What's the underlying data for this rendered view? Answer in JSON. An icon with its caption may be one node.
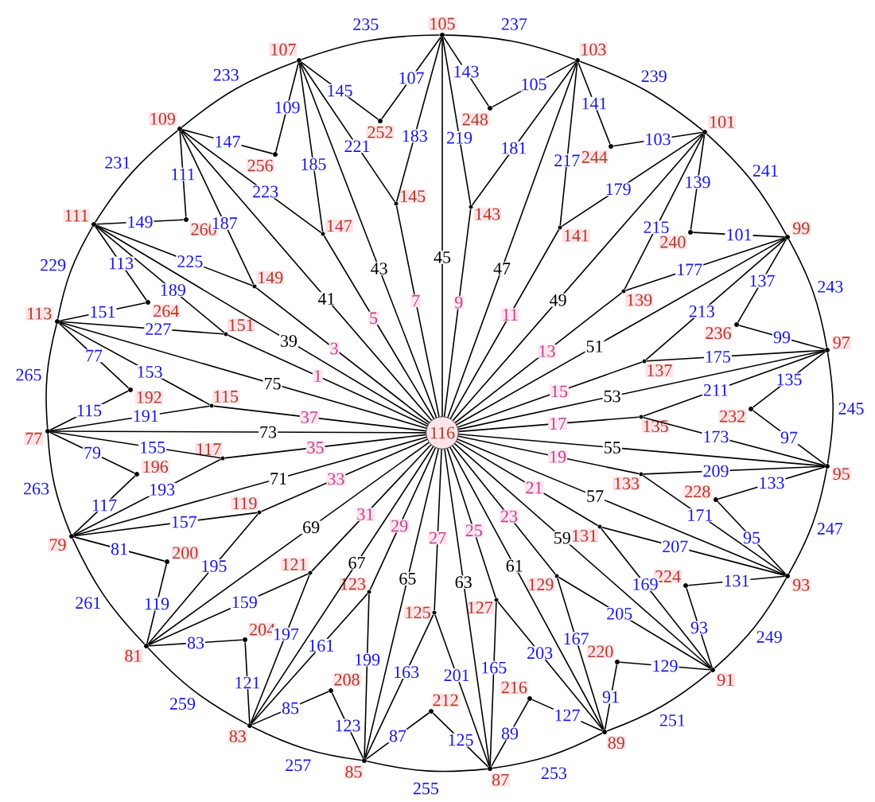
{
  "diagram": {
    "nodes": [
      {
        "text": [
          "105"
        ]
      },
      {
        "text": [
          "103"
        ]
      },
      {
        "text": [
          "101"
        ]
      },
      {
        "text": [
          "99"
        ]
      },
      {
        "text": [
          "97"
        ]
      },
      {
        "text": [
          "95"
        ]
      },
      {
        "text": [
          "93"
        ]
      },
      {
        "text": [
          "91"
        ]
      },
      {
        "text": [
          "89"
        ]
      },
      {
        "text": [
          "87"
        ]
      },
      {
        "text": [
          "85"
        ]
      },
      {
        "text": [
          "83"
        ]
      },
      {
        "text": [
          "81"
        ]
      },
      {
        "text": [
          "79"
        ]
      },
      {
        "text": [
          "77"
        ]
      },
      {
        "text": [
          "113"
        ]
      },
      {
        "text": [
          "111"
        ]
      },
      {
        "text": [
          "109"
        ]
      },
      {
        "text": [
          "107"
        ]
      },
      {
        "text": [
          "143"
        ]
      },
      {
        "text": [
          "141"
        ]
      },
      {
        "text": [
          "139"
        ]
      },
      {
        "text": [
          "137"
        ]
      },
      {
        "text": [
          "135"
        ]
      },
      {
        "text": [
          "133"
        ]
      },
      {
        "text": [
          "131"
        ]
      },
      {
        "text": [
          "129"
        ]
      },
      {
        "text": [
          "127"
        ]
      },
      {
        "text": [
          "125"
        ]
      },
      {
        "text": [
          "123"
        ]
      },
      {
        "text": [
          "121"
        ]
      },
      {
        "text": [
          "119"
        ]
      },
      {
        "text": [
          "117"
        ]
      },
      {
        "text": [
          "115"
        ]
      },
      {
        "text": [
          "151"
        ]
      },
      {
        "text": [
          "149"
        ]
      },
      {
        "text": [
          "147"
        ]
      },
      {
        "text": [
          "145"
        ]
      },
      {
        "text": [
          "248"
        ]
      },
      {
        "text": [
          "244"
        ]
      },
      {
        "text": [
          "240"
        ]
      },
      {
        "text": [
          "236"
        ]
      },
      {
        "text": [
          "232"
        ]
      },
      {
        "text": [
          "228"
        ]
      },
      {
        "text": [
          "224"
        ]
      },
      {
        "text": [
          "220"
        ]
      },
      {
        "text": [
          "216"
        ]
      },
      {
        "text": [
          "212"
        ]
      },
      {
        "text": [
          "208"
        ]
      },
      {
        "text": [
          "204"
        ]
      },
      {
        "text": [
          "200"
        ]
      },
      {
        "text": [
          "196"
        ]
      },
      {
        "text": [
          "192"
        ]
      },
      {
        "text": [
          "264"
        ]
      },
      {
        "text": [
          "260"
        ]
      },
      {
        "text": [
          "256"
        ]
      },
      {
        "text": [
          "252"
        ]
      },
      {
        "text": [
          "116"
        ]
      }
    ],
    "edges": [
      {
        "from": 0,
        "to": 1,
        "arrow": "none",
        "label": "237"
      },
      {
        "from": 57,
        "to": 0,
        "arrow": "none",
        "label": "45"
      },
      {
        "from": 57,
        "to": 19,
        "arrow": "none",
        "label": "9"
      },
      {
        "from": 0,
        "to": 19,
        "arrow": "none",
        "label": "219"
      },
      {
        "from": 1,
        "to": 19,
        "arrow": "none",
        "label": "181"
      },
      {
        "from": 0,
        "to": 38,
        "arrow": "none",
        "label": "143"
      },
      {
        "from": 1,
        "to": 38,
        "arrow": "none",
        "label": "105"
      },
      {
        "from": 1,
        "to": 2,
        "arrow": "none",
        "label": "239"
      },
      {
        "from": 57,
        "to": 1,
        "arrow": "none",
        "label": "47"
      },
      {
        "from": 57,
        "to": 20,
        "arrow": "none",
        "label": "11"
      },
      {
        "from": 1,
        "to": 20,
        "arrow": "none",
        "label": "217"
      },
      {
        "from": 2,
        "to": 20,
        "arrow": "none",
        "label": "179"
      },
      {
        "from": 1,
        "to": 39,
        "arrow": "none",
        "label": "141"
      },
      {
        "from": 2,
        "to": 39,
        "arrow": "none",
        "label": "103"
      },
      {
        "from": 2,
        "to": 3,
        "arrow": "none",
        "label": "241"
      },
      {
        "from": 57,
        "to": 2,
        "arrow": "none",
        "label": "49"
      },
      {
        "from": 57,
        "to": 21,
        "arrow": "none",
        "label": "13"
      },
      {
        "from": 2,
        "to": 21,
        "arrow": "none",
        "label": "215"
      },
      {
        "from": 3,
        "to": 21,
        "arrow": "none",
        "label": "177"
      },
      {
        "from": 2,
        "to": 40,
        "arrow": "none",
        "label": "139"
      },
      {
        "from": 3,
        "to": 40,
        "arrow": "none",
        "label": "101"
      },
      {
        "from": 3,
        "to": 4,
        "arrow": "none",
        "label": "243"
      },
      {
        "from": 57,
        "to": 3,
        "arrow": "none",
        "label": "51"
      },
      {
        "from": 57,
        "to": 22,
        "arrow": "none",
        "label": "15"
      },
      {
        "from": 3,
        "to": 22,
        "arrow": "none",
        "label": "213"
      },
      {
        "from": 4,
        "to": 22,
        "arrow": "none",
        "label": "175"
      },
      {
        "from": 3,
        "to": 41,
        "arrow": "none",
        "label": "137"
      },
      {
        "from": 4,
        "to": 41,
        "arrow": "none",
        "label": "99"
      },
      {
        "from": 4,
        "to": 5,
        "arrow": "none",
        "label": "245"
      },
      {
        "from": 57,
        "to": 4,
        "arrow": "none",
        "label": "53"
      },
      {
        "from": 57,
        "to": 23,
        "arrow": "none",
        "label": "17"
      },
      {
        "from": 4,
        "to": 23,
        "arrow": "none",
        "label": "211"
      },
      {
        "from": 5,
        "to": 23,
        "arrow": "none",
        "label": "173"
      },
      {
        "from": 4,
        "to": 42,
        "arrow": "none",
        "label": "135"
      },
      {
        "from": 5,
        "to": 42,
        "arrow": "none",
        "label": "97"
      },
      {
        "from": 5,
        "to": 6,
        "arrow": "none",
        "label": "247"
      },
      {
        "from": 57,
        "to": 5,
        "arrow": "none",
        "label": "55"
      },
      {
        "from": 57,
        "to": 24,
        "arrow": "none",
        "label": "19"
      },
      {
        "from": 5,
        "to": 24,
        "arrow": "none",
        "label": "209"
      },
      {
        "from": 6,
        "to": 24,
        "arrow": "none",
        "label": "171"
      },
      {
        "from": 5,
        "to": 43,
        "arrow": "none",
        "label": "133"
      },
      {
        "from": 6,
        "to": 43,
        "arrow": "none",
        "label": "95"
      },
      {
        "from": 6,
        "to": 7,
        "arrow": "none",
        "label": "249"
      },
      {
        "from": 57,
        "to": 6,
        "arrow": "none",
        "label": "57"
      },
      {
        "from": 57,
        "to": 25,
        "arrow": "none",
        "label": "21"
      },
      {
        "from": 6,
        "to": 25,
        "arrow": "none",
        "label": "207"
      },
      {
        "from": 7,
        "to": 25,
        "arrow": "none",
        "label": "169"
      },
      {
        "from": 6,
        "to": 44,
        "arrow": "none",
        "label": "131"
      },
      {
        "from": 7,
        "to": 44,
        "arrow": "none",
        "label": "93"
      },
      {
        "from": 7,
        "to": 8,
        "arrow": "none",
        "label": "251"
      },
      {
        "from": 57,
        "to": 7,
        "arrow": "none",
        "label": "59"
      },
      {
        "from": 57,
        "to": 26,
        "arrow": "none",
        "label": "23"
      },
      {
        "from": 7,
        "to": 26,
        "arrow": "none",
        "label": "205"
      },
      {
        "from": 8,
        "to": 26,
        "arrow": "none",
        "label": "167"
      },
      {
        "from": 7,
        "to": 45,
        "arrow": "none",
        "label": "129"
      },
      {
        "from": 8,
        "to": 45,
        "arrow": "none",
        "label": "91"
      },
      {
        "from": 8,
        "to": 9,
        "arrow": "none",
        "label": "253"
      },
      {
        "from": 57,
        "to": 8,
        "arrow": "none",
        "label": "61"
      },
      {
        "from": 57,
        "to": 27,
        "arrow": "none",
        "label": "25"
      },
      {
        "from": 8,
        "to": 27,
        "arrow": "none",
        "label": "203"
      },
      {
        "from": 9,
        "to": 27,
        "arrow": "none",
        "label": "165"
      },
      {
        "from": 8,
        "to": 46,
        "arrow": "none",
        "label": "127"
      },
      {
        "from": 9,
        "to": 46,
        "arrow": "none",
        "label": "89"
      },
      {
        "from": 9,
        "to": 10,
        "arrow": "none",
        "label": "255"
      },
      {
        "from": 57,
        "to": 9,
        "arrow": "none",
        "label": "63"
      },
      {
        "from": 57,
        "to": 28,
        "arrow": "none",
        "label": "27"
      },
      {
        "from": 9,
        "to": 28,
        "arrow": "none",
        "label": "201"
      },
      {
        "from": 10,
        "to": 28,
        "arrow": "none",
        "label": "163"
      },
      {
        "from": 9,
        "to": 47,
        "arrow": "none",
        "label": "125"
      },
      {
        "from": 10,
        "to": 47,
        "arrow": "none",
        "label": "87"
      },
      {
        "from": 10,
        "to": 11,
        "arrow": "none",
        "label": "257"
      },
      {
        "from": 57,
        "to": 10,
        "arrow": "none",
        "label": "65"
      },
      {
        "from": 57,
        "to": 29,
        "arrow": "none",
        "label": "29"
      },
      {
        "from": 10,
        "to": 29,
        "arrow": "none",
        "label": "199"
      },
      {
        "from": 11,
        "to": 29,
        "arrow": "none",
        "label": "161"
      },
      {
        "from": 10,
        "to": 48,
        "arrow": "none",
        "label": "123"
      },
      {
        "from": 11,
        "to": 48,
        "arrow": "none",
        "label": "85"
      },
      {
        "from": 11,
        "to": 12,
        "arrow": "none",
        "label": "259"
      },
      {
        "from": 57,
        "to": 11,
        "arrow": "none",
        "label": "67"
      },
      {
        "from": 57,
        "to": 30,
        "arrow": "none",
        "label": "31"
      },
      {
        "from": 11,
        "to": 30,
        "arrow": "none",
        "label": "197"
      },
      {
        "from": 12,
        "to": 30,
        "arrow": "none",
        "label": "159"
      },
      {
        "from": 11,
        "to": 49,
        "arrow": "none",
        "label": "121"
      },
      {
        "from": 12,
        "to": 49,
        "arrow": "none",
        "label": "83"
      },
      {
        "from": 12,
        "to": 13,
        "arrow": "none",
        "label": "261"
      },
      {
        "from": 57,
        "to": 12,
        "arrow": "none",
        "label": "69"
      },
      {
        "from": 57,
        "to": 31,
        "arrow": "none",
        "label": "33"
      },
      {
        "from": 12,
        "to": 31,
        "arrow": "none",
        "label": "195"
      },
      {
        "from": 13,
        "to": 31,
        "arrow": "none",
        "label": "157"
      },
      {
        "from": 12,
        "to": 50,
        "arrow": "none",
        "label": "119"
      },
      {
        "from": 13,
        "to": 50,
        "arrow": "none",
        "label": "81"
      },
      {
        "from": 13,
        "to": 14,
        "arrow": "none",
        "label": "263"
      },
      {
        "from": 57,
        "to": 13,
        "arrow": "none",
        "label": "71"
      },
      {
        "from": 57,
        "to": 32,
        "arrow": "none",
        "label": "35"
      },
      {
        "from": 13,
        "to": 32,
        "arrow": "none",
        "label": "193"
      },
      {
        "from": 14,
        "to": 32,
        "arrow": "none",
        "label": "155"
      },
      {
        "from": 13,
        "to": 51,
        "arrow": "none",
        "label": "117"
      },
      {
        "from": 14,
        "to": 51,
        "arrow": "none",
        "label": "79"
      },
      {
        "from": 14,
        "to": 15,
        "arrow": "none",
        "label": "265"
      },
      {
        "from": 57,
        "to": 14,
        "arrow": "none",
        "label": "73"
      },
      {
        "from": 57,
        "to": 33,
        "arrow": "none",
        "label": "37"
      },
      {
        "from": 14,
        "to": 33,
        "arrow": "none",
        "label": "191"
      },
      {
        "from": 15,
        "to": 33,
        "arrow": "none",
        "label": "153"
      },
      {
        "from": 14,
        "to": 52,
        "arrow": "none",
        "label": "115"
      },
      {
        "from": 15,
        "to": 52,
        "arrow": "none",
        "label": "77"
      },
      {
        "from": 15,
        "to": 16,
        "arrow": "none",
        "label": "229"
      },
      {
        "from": 57,
        "to": 15,
        "arrow": "none",
        "label": "75"
      },
      {
        "from": 57,
        "to": 34,
        "arrow": "none",
        "label": "1"
      },
      {
        "from": 15,
        "to": 34,
        "arrow": "none",
        "label": "227"
      },
      {
        "from": 16,
        "to": 34,
        "arrow": "none",
        "label": "189"
      },
      {
        "from": 15,
        "to": 53,
        "arrow": "none",
        "label": "151"
      },
      {
        "from": 16,
        "to": 53,
        "arrow": "none",
        "label": "113"
      },
      {
        "from": 16,
        "to": 17,
        "arrow": "none",
        "label": "231"
      },
      {
        "from": 57,
        "to": 16,
        "arrow": "none",
        "label": "39"
      },
      {
        "from": 57,
        "to": 35,
        "arrow": "none",
        "label": "3"
      },
      {
        "from": 16,
        "to": 35,
        "arrow": "none",
        "label": "225"
      },
      {
        "from": 17,
        "to": 35,
        "arrow": "none",
        "label": "187"
      },
      {
        "from": 16,
        "to": 54,
        "arrow": "none",
        "label": "149"
      },
      {
        "from": 17,
        "to": 54,
        "arrow": "none",
        "label": "111"
      },
      {
        "from": 17,
        "to": 18,
        "arrow": "none",
        "label": "233"
      },
      {
        "from": 57,
        "to": 17,
        "arrow": "none",
        "label": "41"
      },
      {
        "from": 57,
        "to": 36,
        "arrow": "none",
        "label": "5"
      },
      {
        "from": 17,
        "to": 36,
        "arrow": "none",
        "label": "223"
      },
      {
        "from": 18,
        "to": 36,
        "arrow": "none",
        "label": "185"
      },
      {
        "from": 17,
        "to": 55,
        "arrow": "none",
        "label": "147"
      },
      {
        "from": 18,
        "to": 55,
        "arrow": "none",
        "label": "109"
      },
      {
        "from": 18,
        "to": 0,
        "arrow": "none",
        "label": "235"
      },
      {
        "from": 57,
        "to": 18,
        "arrow": "none",
        "label": "43"
      },
      {
        "from": 57,
        "to": 37,
        "arrow": "none",
        "label": "7"
      },
      {
        "from": 18,
        "to": 37,
        "arrow": "none",
        "label": "221"
      },
      {
        "from": 0,
        "to": 37,
        "arrow": "none",
        "label": "183"
      },
      {
        "from": 18,
        "to": 56,
        "arrow": "none",
        "label": "145"
      },
      {
        "from": 0,
        "to": 56,
        "arrow": "none",
        "label": "107"
      }
    ]
  }
}
